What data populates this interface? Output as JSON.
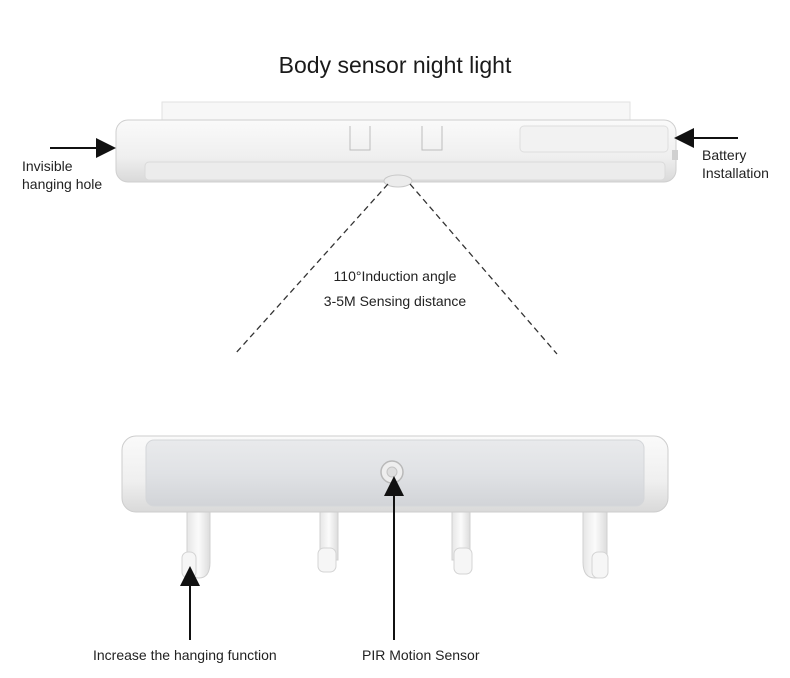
{
  "title": "Body sensor night light",
  "labels": {
    "hanging_hole": "Invisible\nhanging hole",
    "battery": "Battery\nInstallation",
    "angle": "110°Induction angle",
    "distance": "3-5M Sensing distance",
    "hanging_function": "Increase the hanging function",
    "pir": "PIR Motion Sensor"
  },
  "colors": {
    "body": "#f3f3f3",
    "body_edge": "#d6d6d6",
    "diffuser": "#dfe1e4",
    "arrow": "#111111"
  }
}
